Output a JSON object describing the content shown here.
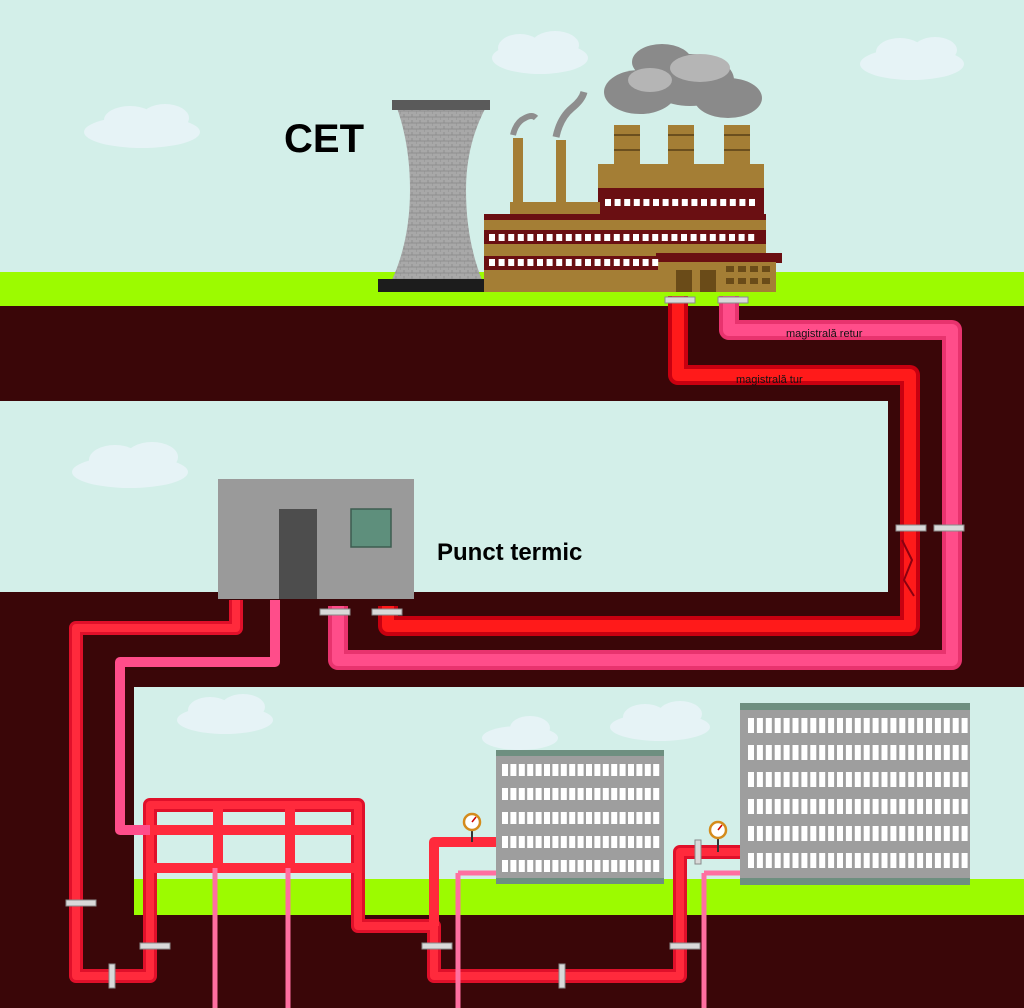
{
  "labels": {
    "plant": "CET",
    "substation": "Punct termic",
    "return_main": "magistrală retur",
    "supply_main": "magistrală tur"
  },
  "icons": {
    "power_plant": "power-plant-icon",
    "cooling_tower": "cooling-tower-icon",
    "substation": "substation-building-icon",
    "apartment_block": "apartment-building-icon",
    "pressure_gauge": "pressure-gauge-icon",
    "pipe_flange": "pipe-flange-icon"
  },
  "colors": {
    "sky": "#d3efe9",
    "grass": "#9cfb00",
    "soil": "#3a0608",
    "supply_pipe": "#ff1a1a",
    "supply_pipe_dark": "#c80010",
    "return_pipe": "#ff4d8a",
    "return_pipe_dark": "#e8336e",
    "distribution_pipe": "#f0203a",
    "plant_brown": "#a47e35",
    "plant_dark": "#6a0f12",
    "substation_gray": "#9a9a9a",
    "building_gray": "#9e9e9e"
  }
}
